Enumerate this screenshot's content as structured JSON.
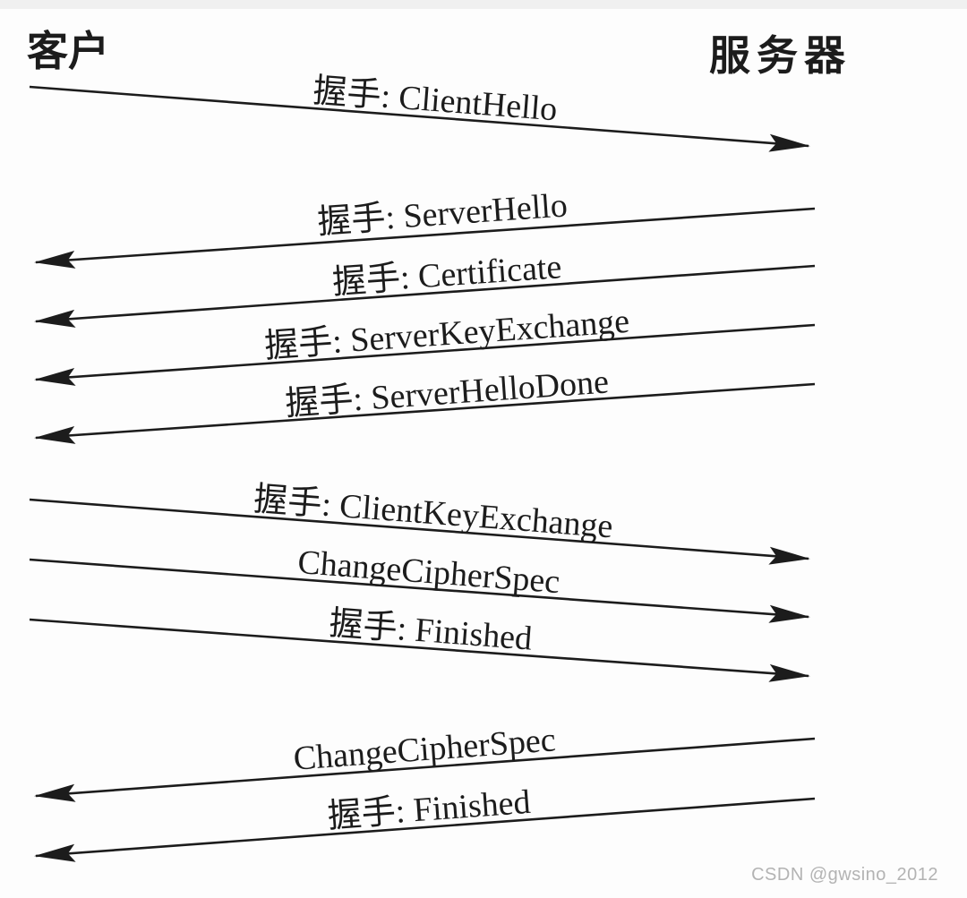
{
  "diagram": {
    "type": "sequence-diagram",
    "subject": "TLS/SSL handshake message flow",
    "actors": {
      "left": "客户",
      "right": "服务器"
    },
    "messages": [
      {
        "label": "握手: ClientHello",
        "direction": "client-to-server"
      },
      {
        "label": "握手: ServerHello",
        "direction": "server-to-client"
      },
      {
        "label": "握手: Certificate",
        "direction": "server-to-client"
      },
      {
        "label": "握手: ServerKeyExchange",
        "direction": "server-to-client"
      },
      {
        "label": "握手: ServerHelloDone",
        "direction": "server-to-client"
      },
      {
        "label": "握手: ClientKeyExchange",
        "direction": "client-to-server"
      },
      {
        "label": "ChangeCipherSpec",
        "direction": "client-to-server"
      },
      {
        "label": "握手: Finished",
        "direction": "client-to-server"
      },
      {
        "label": "ChangeCipherSpec",
        "direction": "server-to-client"
      },
      {
        "label": "握手: Finished",
        "direction": "server-to-client"
      }
    ]
  },
  "watermark": {
    "text": "CSDN @gwsino_2012",
    "color": "#b3b3b3"
  },
  "colors": {
    "ink": "#1c1c1c",
    "background": "#fdfdfd"
  }
}
